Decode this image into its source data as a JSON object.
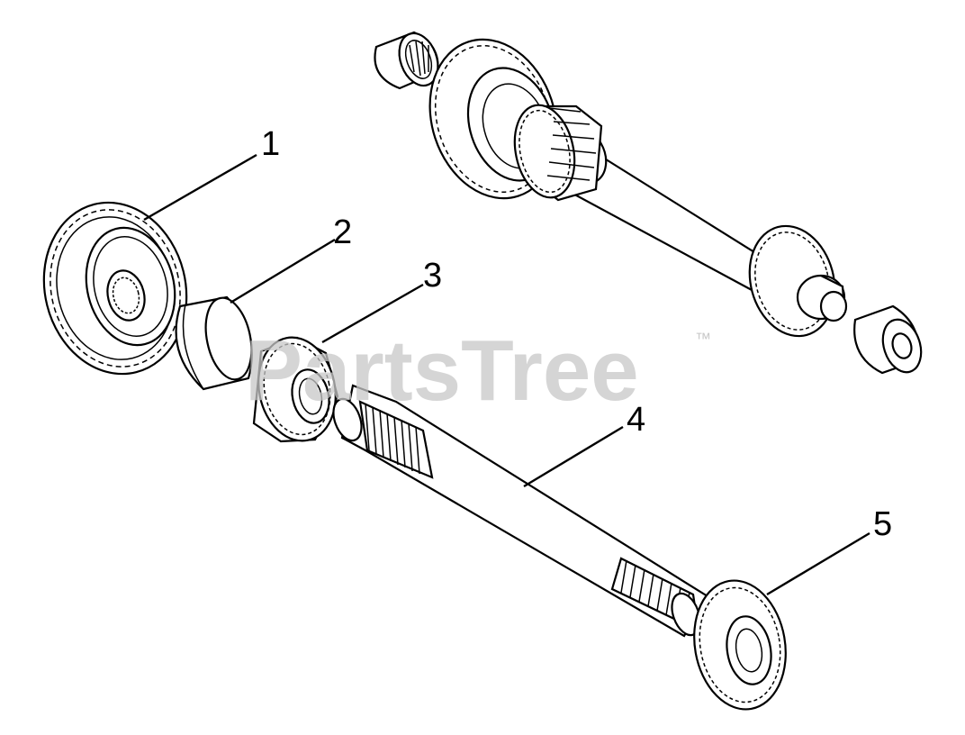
{
  "diagram": {
    "watermark": "PartsTree",
    "trademark": "™",
    "callouts": [
      {
        "id": "1",
        "label": "1",
        "part": "large-gear"
      },
      {
        "id": "2",
        "label": "2",
        "part": "bushing"
      },
      {
        "id": "3",
        "label": "3",
        "part": "small-gear"
      },
      {
        "id": "4",
        "label": "4",
        "part": "splined-shaft"
      },
      {
        "id": "5",
        "label": "5",
        "part": "end-gear"
      }
    ]
  }
}
